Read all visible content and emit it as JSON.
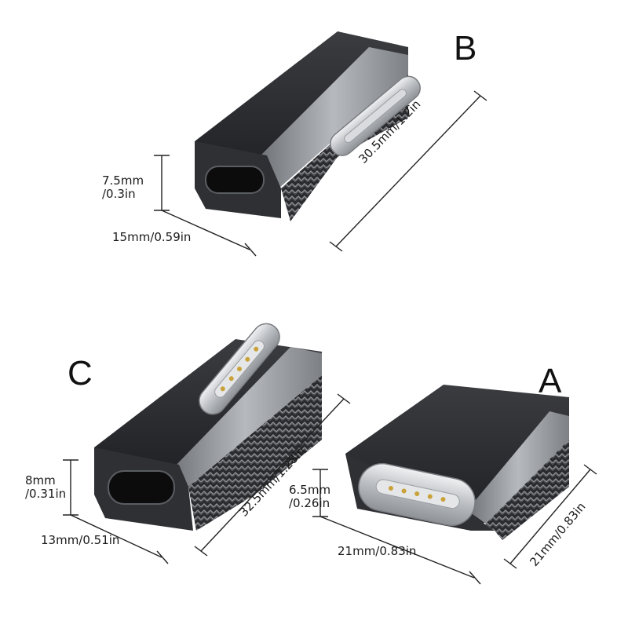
{
  "colors": {
    "body_dark": "#2b2d30",
    "body_side": "#1f2023",
    "band_silver": "#9a9da1",
    "connector_silver": "#c9ccd0",
    "pin_gold": "#c9a23a",
    "line": "#222222",
    "text": "#1a1a1a"
  },
  "products": {
    "b": {
      "letter": "B",
      "height": "7.5mm",
      "height_in": "/0.3in",
      "width": "15mm/0.59in",
      "length": "30.5mm/1.2in"
    },
    "c": {
      "letter": "C",
      "height": "8mm",
      "height_in": "/0.31in",
      "width": "13mm/0.51in",
      "length": "32.5mm/1.28in"
    },
    "a": {
      "letter": "A",
      "height": "6.5mm",
      "height_in": "/0.26in",
      "width": "21mm/0.83in",
      "length": "21mm/0.83in"
    }
  }
}
